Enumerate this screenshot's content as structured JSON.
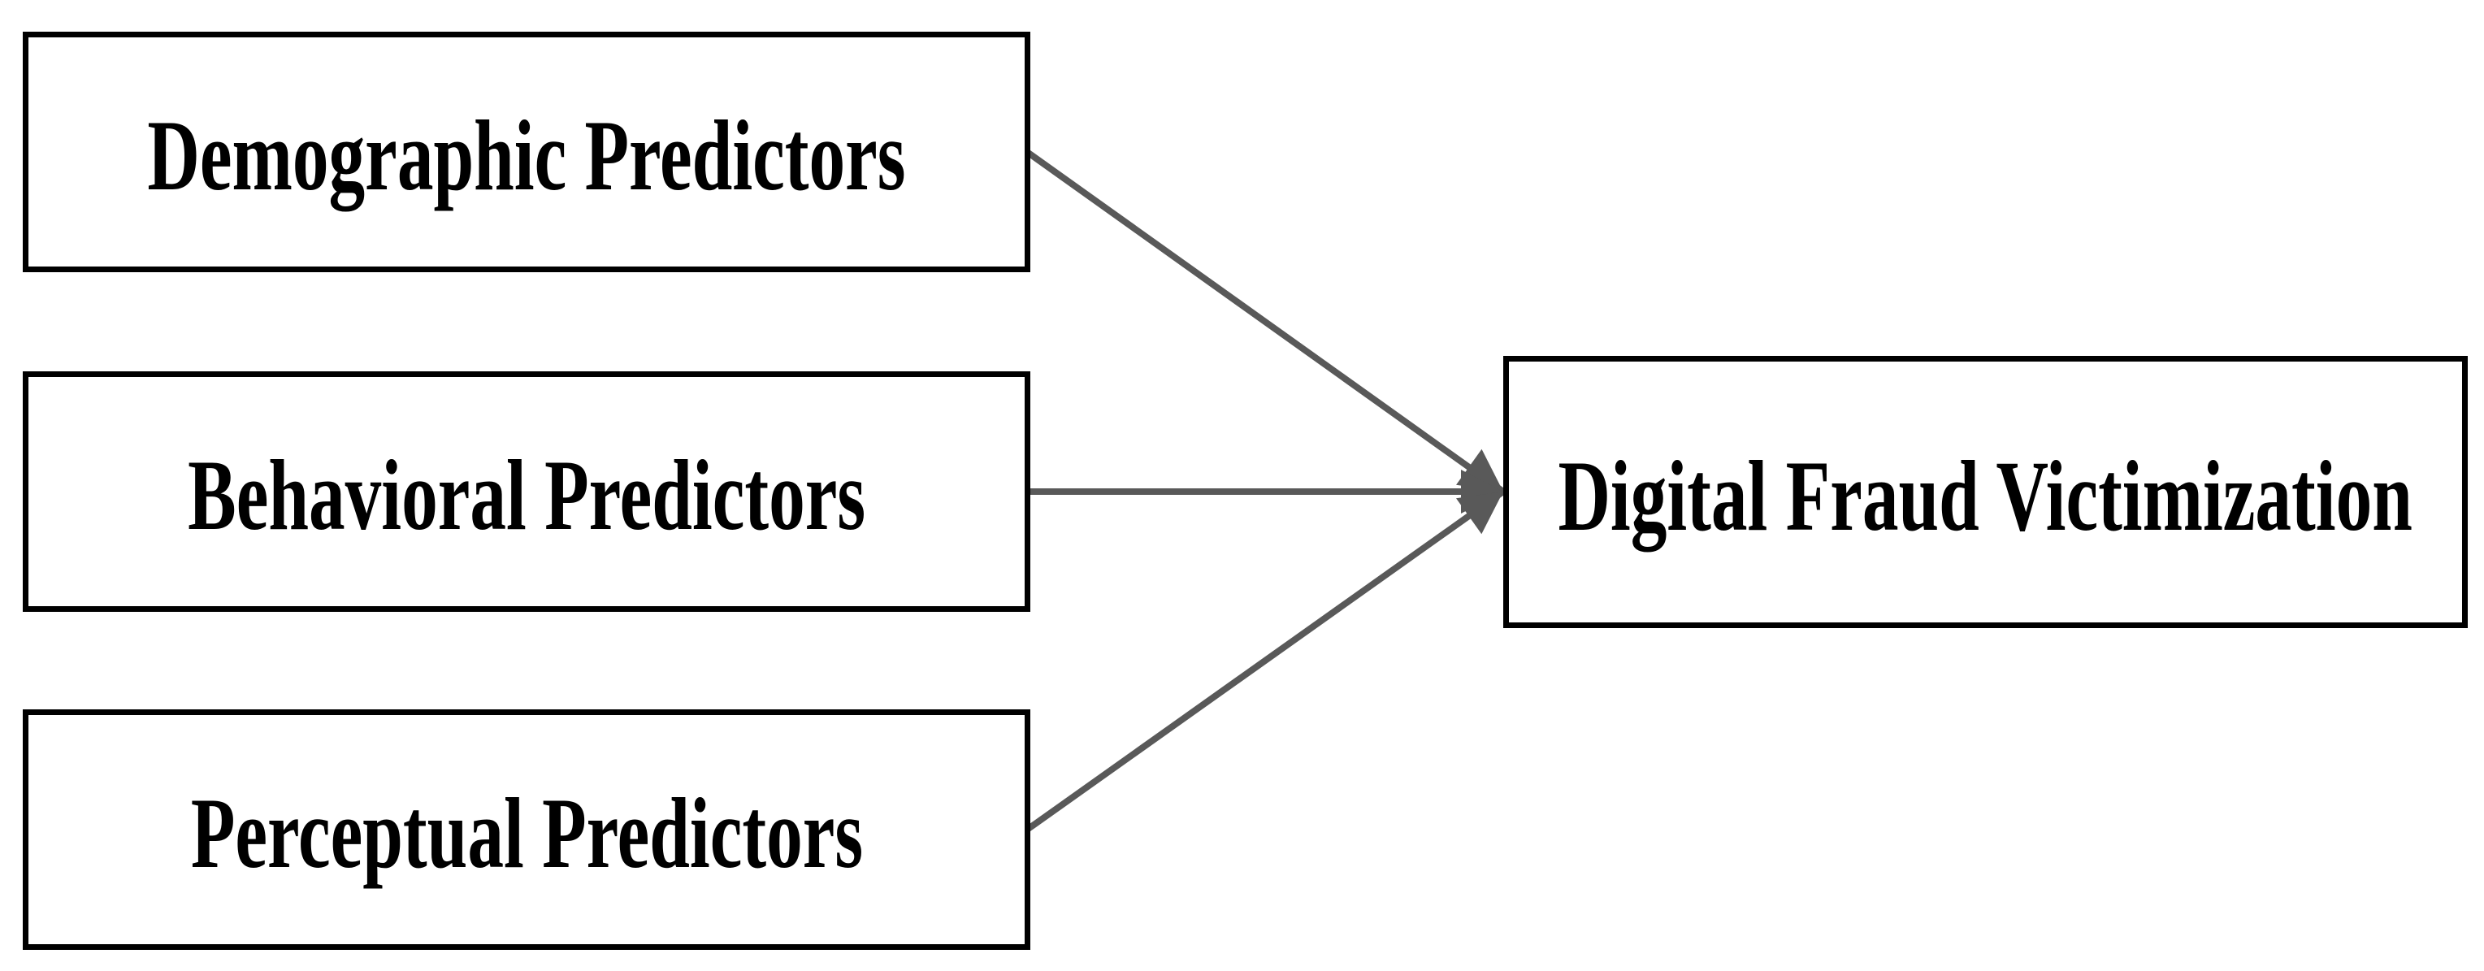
{
  "diagram": {
    "predictor_boxes": [
      {
        "label": "Demographic Predictors"
      },
      {
        "label": "Behavioral Predictors"
      },
      {
        "label": "Perceptual Predictors"
      }
    ],
    "outcome_box": {
      "label": "Digital Fraud Victimization"
    },
    "connectors": [
      {
        "from": "Demographic Predictors",
        "to": "Digital Fraud Victimization",
        "style": "arrow"
      },
      {
        "from": "Behavioral Predictors",
        "to": "Digital Fraud Victimization",
        "style": "arrow"
      },
      {
        "from": "Perceptual Predictors",
        "to": "Digital Fraud Victimization",
        "style": "arrow"
      }
    ],
    "colors": {
      "background": "#ffffff",
      "box_border": "#000000",
      "box_fill": "#ffffff",
      "text": "#000000",
      "connector": "#595959"
    }
  }
}
